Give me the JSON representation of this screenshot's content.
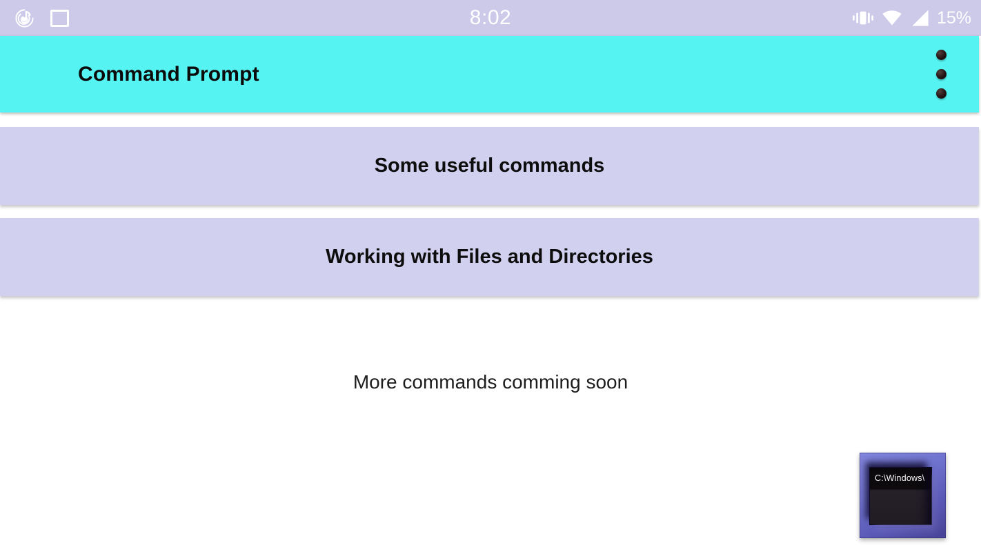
{
  "status_bar": {
    "time": "8:02",
    "battery_percent": "15%",
    "left_icons": [
      "music-notification-icon",
      "screenshot-notification-icon"
    ],
    "right_icons": [
      "vibrate-icon",
      "wifi-icon",
      "cellular-signal-icon"
    ]
  },
  "app_bar": {
    "title": "Command Prompt"
  },
  "sections": [
    {
      "label": "Some useful commands"
    },
    {
      "label": "Working with Files and Directories"
    }
  ],
  "note": "More commands comming soon",
  "logo": {
    "screen_text": "C:\\Windows\\"
  },
  "colors": {
    "status_bar_bg": "#ccc9e9",
    "app_bar_bg": "#55f4f2",
    "section_bg": "#d2d0ef",
    "page_bg": "#ffffff",
    "title_text": "#0b0b0b",
    "logo_frame": "#6a6ec9",
    "logo_screen": "#14101a"
  }
}
